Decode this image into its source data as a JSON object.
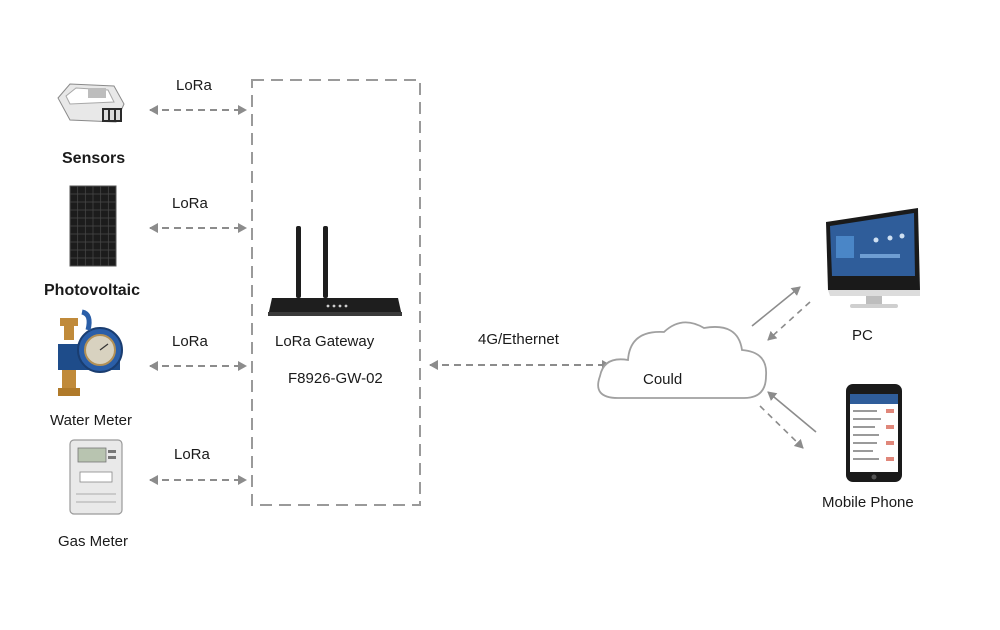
{
  "devices": [
    {
      "name": "Sensors",
      "link": "LoRa",
      "icon": "sensor-device-icon"
    },
    {
      "name": "Photovoltaic",
      "link": "LoRa",
      "icon": "solar-panel-icon"
    },
    {
      "name": "Water Meter",
      "link": "LoRa",
      "icon": "water-meter-icon"
    },
    {
      "name": "Gas Meter",
      "link": "LoRa",
      "icon": "gas-meter-icon"
    }
  ],
  "gateway": {
    "title": "LoRa Gateway",
    "model": "F8926-GW-02",
    "icon": "router-icon"
  },
  "uplink": {
    "label": "4G/Ethernet"
  },
  "cloud": {
    "label": "Could",
    "icon": "cloud-icon"
  },
  "clients": [
    {
      "name": "PC",
      "icon": "desktop-monitor-icon"
    },
    {
      "name": "Mobile Phone",
      "icon": "smartphone-icon"
    }
  ],
  "colors": {
    "dash": "#8c8c8c",
    "screen": "#2f5d9a",
    "device_dark": "#1e1e1e"
  }
}
